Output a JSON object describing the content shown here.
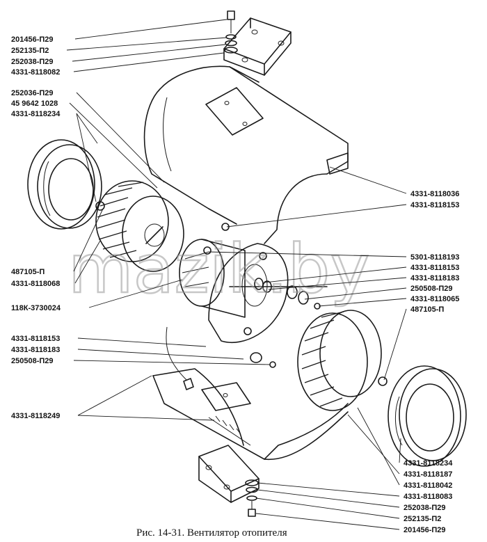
{
  "figure": {
    "caption": "Рис. 14-31. Вентилятор отопителя",
    "watermark": "mazik.by"
  },
  "labels_left": [
    "201456-П29",
    "252135-П2",
    "252038-П29",
    "4331-8118082",
    "252036-П29",
    "45 9642 1028",
    "4331-8118234",
    "487105-П",
    "4331-8118068",
    "118К-3730024",
    "4331-8118153",
    "4331-8118183",
    "250508-П29",
    "4331-8118249"
  ],
  "labels_right": [
    "4331-8118036",
    "4331-8118153",
    "5301-8118193",
    "4331-8118153",
    "4331-8118183",
    "250508-П29",
    "4331-8118065",
    "487105-П",
    "4331-8118234",
    "4331-8118187",
    "4331-8118042",
    "4331-8118083",
    "252038-П29",
    "252135-П2",
    "201456-П29"
  ]
}
